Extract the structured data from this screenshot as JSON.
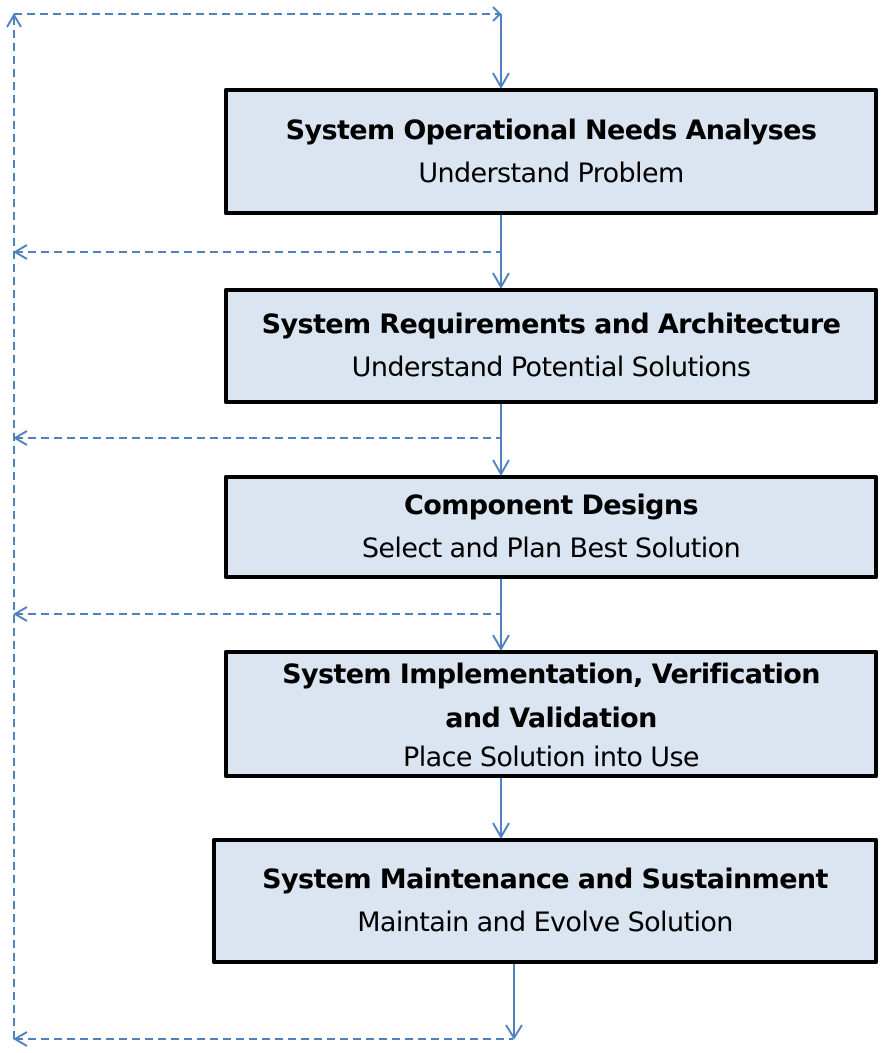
{
  "colors": {
    "arrow": "#4f81bd",
    "box_fill": "#dbe5f1",
    "box_border": "#000000"
  },
  "steps": [
    {
      "title": "System Operational Needs Analyses",
      "subtitle": "Understand Problem"
    },
    {
      "title": "System Requirements and Architecture",
      "subtitle": "Understand Potential Solutions"
    },
    {
      "title": "Component Designs",
      "subtitle": "Select and Plan Best Solution"
    },
    {
      "title": "System Implementation, Verification and Validation",
      "subtitle": "Place Solution into Use"
    },
    {
      "title": "System Maintenance and Sustainment",
      "subtitle": "Maintain and Evolve Solution"
    }
  ]
}
